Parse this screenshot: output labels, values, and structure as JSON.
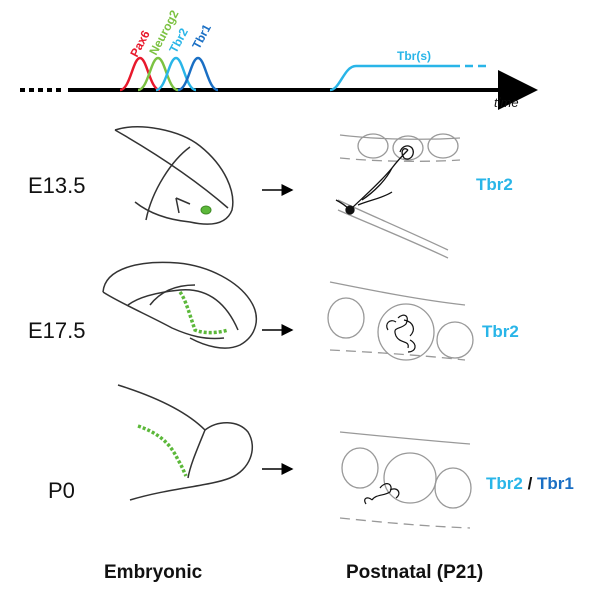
{
  "timeline": {
    "time_label": "time",
    "genes": [
      {
        "name": "Pax6",
        "color": "#e8192c"
      },
      {
        "name": "Neurog2",
        "color": "#7cc242"
      },
      {
        "name": "Tbr2",
        "color": "#29b5e8"
      },
      {
        "name": "Tbr1",
        "color": "#1a6fc4"
      }
    ],
    "sustained_label": "Tbr(s)",
    "sustained_color": "#29b5e8"
  },
  "rows": [
    {
      "stage": "E13.5",
      "markers": [
        {
          "text": "Tbr2",
          "color": "#29b5e8"
        }
      ]
    },
    {
      "stage": "E17.5",
      "markers": [
        {
          "text": "Tbr2",
          "color": "#29b5e8"
        }
      ]
    },
    {
      "stage": "P0",
      "markers": [
        {
          "text": "Tbr2",
          "color": "#29b5e8"
        },
        {
          "text": " / ",
          "color": "#111111"
        },
        {
          "text": "Tbr1",
          "color": "#1a6fc4"
        }
      ]
    }
  ],
  "columns": {
    "left": "Embryonic",
    "right": "Postnatal (P21)"
  },
  "colors": {
    "migration_stream": "#5cb83a",
    "axis": "#000000"
  }
}
